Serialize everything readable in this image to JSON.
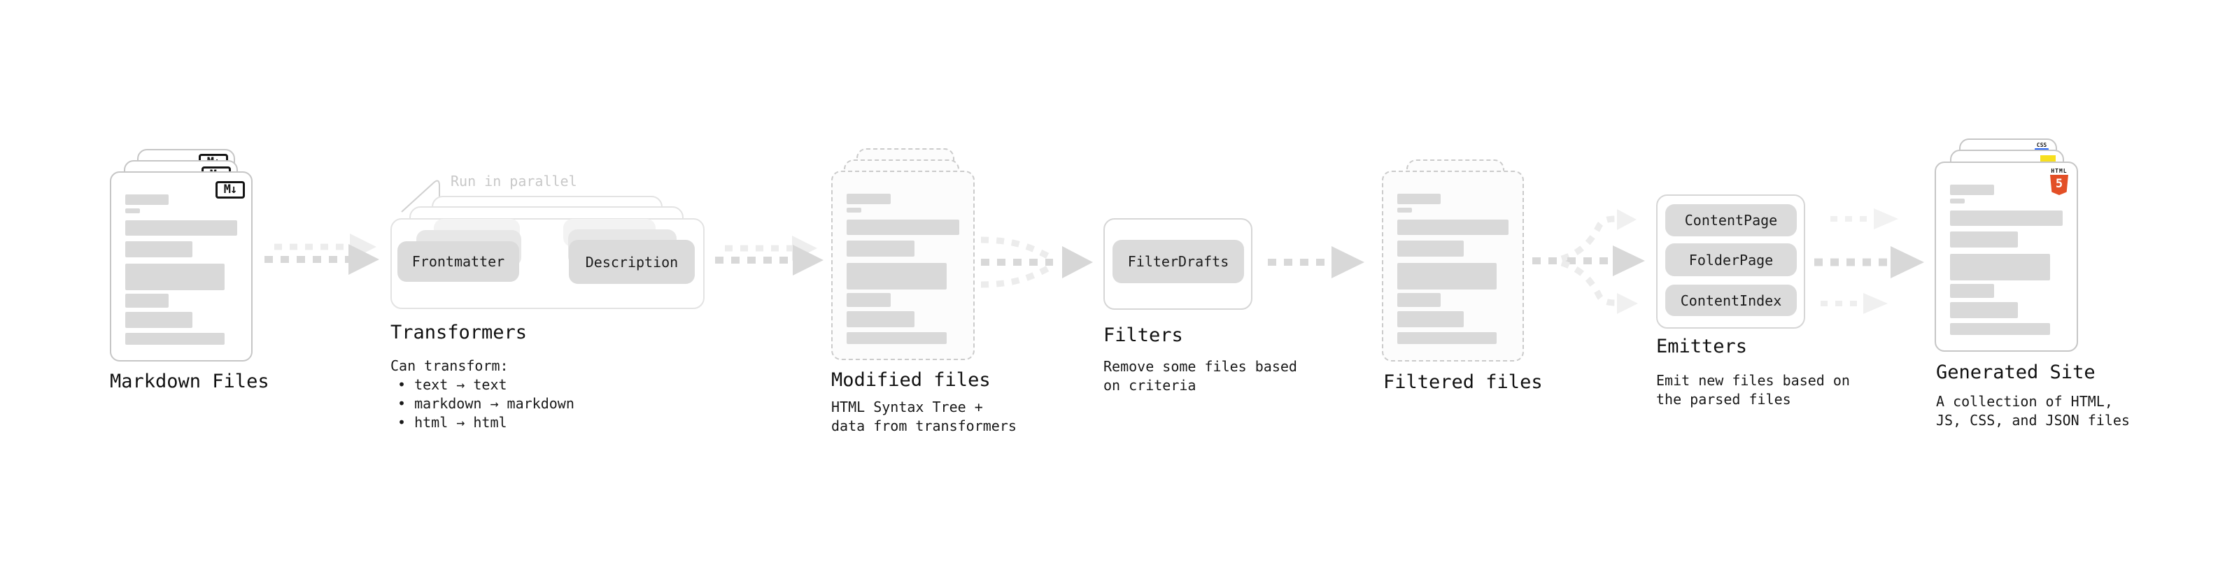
{
  "stages": {
    "markdown": {
      "label": "Markdown Files"
    },
    "transformers": {
      "label": "Transformers",
      "annotation": "Run in parallel",
      "node_frontmatter": "Frontmatter",
      "node_description": "Description",
      "desc": "Can transform:",
      "bullets": [
        "• text → text",
        "• markdown → markdown",
        "• html → html"
      ]
    },
    "modified": {
      "label": "Modified files",
      "desc_line1": "HTML Syntax Tree +",
      "desc_line2": "data from transformers"
    },
    "filters": {
      "label": "Filters",
      "node": "FilterDrafts",
      "desc_line1": "Remove some files based",
      "desc_line2": "on criteria"
    },
    "filtered": {
      "label": "Filtered files"
    },
    "emitters": {
      "label": "Emitters",
      "nodes": [
        "ContentPage",
        "FolderPage",
        "ContentIndex"
      ],
      "desc_line1": "Emit new files based on",
      "desc_line2": "the parsed files"
    },
    "generated": {
      "label": "Generated Site",
      "desc_line1": "A collection of HTML,",
      "desc_line2": "JS, CSS, and JSON files"
    }
  },
  "icons": {
    "markdown_badge": "M↓",
    "html5_badge_label": "HTML",
    "html5_badge_number": "5",
    "css_badge_label": "CSS"
  },
  "colors": {
    "html5_orange": "#e34f26",
    "css_blue": "#2965f1",
    "js_yellow": "#f7df1e",
    "shape_gray": "#d9d9d9",
    "light_gray": "#ececec"
  },
  "connections": [
    {
      "from": "markdown",
      "to": "transformers",
      "style": "dashed-double-arrow"
    },
    {
      "from": "transformers",
      "to": "modified",
      "style": "dashed-double-arrow"
    },
    {
      "from": "modified",
      "to": "filters",
      "style": "converge-3-to-1"
    },
    {
      "from": "filters",
      "to": "filtered",
      "style": "dashed-single-arrow"
    },
    {
      "from": "filtered",
      "to": "emitters",
      "style": "diverge-1-to-3"
    },
    {
      "from": "emitters",
      "to": "generated",
      "style": "dashed-triple-arrow"
    }
  ]
}
